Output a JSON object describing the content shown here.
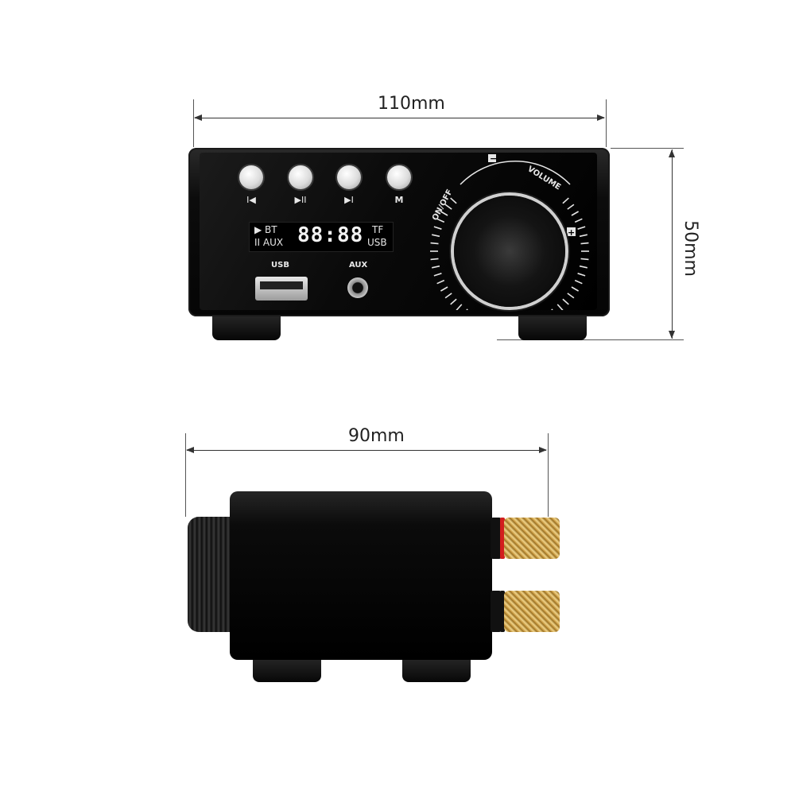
{
  "dimensions": {
    "front_width": "110mm",
    "front_height": "50mm",
    "side_depth": "90mm"
  },
  "front_panel": {
    "buttons": [
      {
        "symbol": "I◀"
      },
      {
        "symbol": "▶II"
      },
      {
        "symbol": "▶I"
      },
      {
        "symbol": "M"
      }
    ],
    "display": {
      "left_top": "▶  BT",
      "left_bottom": "II AUX",
      "digits": "88:88",
      "right_top": "TF",
      "right_bottom": "USB"
    },
    "usb_label": "USB",
    "aux_label": "AUX",
    "knob": {
      "on_off_label": "ON/OFF",
      "volume_label": "VOLUME",
      "minus": "−",
      "plus": "+"
    }
  },
  "colors": {
    "body": "#050505",
    "button": "#dcdcdc",
    "terminal_gold": "#d4a846",
    "terminal_red_ring": "#d21e1e"
  }
}
